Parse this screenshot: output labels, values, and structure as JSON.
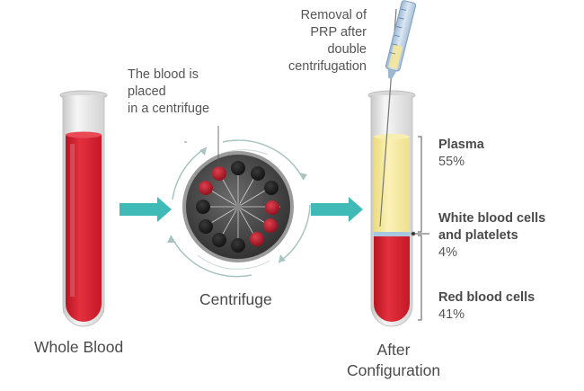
{
  "labels": {
    "whole_blood": "Whole Blood",
    "centrifuge": "Centrifuge",
    "centrifuge_note": [
      "The blood is",
      "placed",
      "in a centrifuge"
    ],
    "removal_note": [
      "Removal of",
      "PRP after",
      "double",
      "centrifugation"
    ],
    "after": [
      "After",
      "Configuration"
    ]
  },
  "layers": [
    {
      "name": "Plasma",
      "name_lines": [
        "Plasma"
      ],
      "percent": "55%",
      "color": "#f3e79c"
    },
    {
      "name": "White blood cells and platelets",
      "name_lines": [
        "White blood cells",
        "and platelets"
      ],
      "percent": "4%",
      "color": "#a7c7df"
    },
    {
      "name": "Red blood cells",
      "name_lines": [
        "Red blood cells"
      ],
      "percent": "41%",
      "color": "#d8202f"
    }
  ],
  "colors": {
    "blood": "#d8202f",
    "arrow": "#3fbab7",
    "plasma": "#f3e79c",
    "buffy": "#a7c7df",
    "rotor": "#444444"
  }
}
